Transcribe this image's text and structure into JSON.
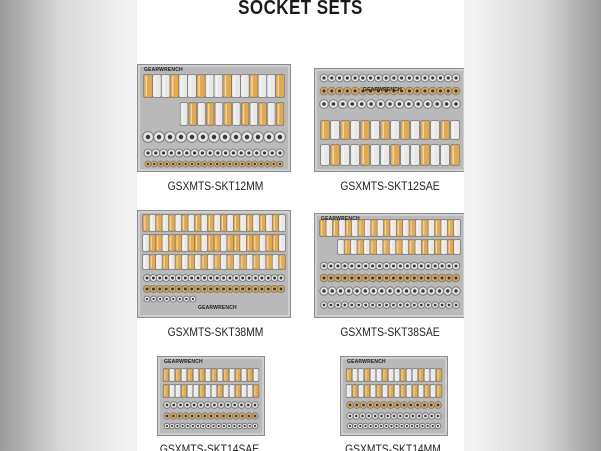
{
  "page_title": "SOCKET SETS",
  "colors": {
    "tray": "#b9b9b9",
    "chrome": "#e8e8e8",
    "gold": "#e3a94a",
    "text": "#1e1e1e"
  },
  "products": [
    {
      "label": "GSXMTS-SKT12MM",
      "brand": "GEARWRENCH"
    },
    {
      "label": "GSXMTS-SKT12SAE",
      "brand": "GEARWRENCH"
    },
    {
      "label": "GSXMTS-SKT38MM",
      "brand": "GEARWRENCH"
    },
    {
      "label": "GSXMTS-SKT38SAE",
      "brand": "GEARWRENCH"
    },
    {
      "label": "GSXMTS-SKT14SAE",
      "brand": "GEARWRENCH"
    },
    {
      "label": "GSXMTS-SKT14MM",
      "brand": "GEARWRENCH"
    }
  ]
}
